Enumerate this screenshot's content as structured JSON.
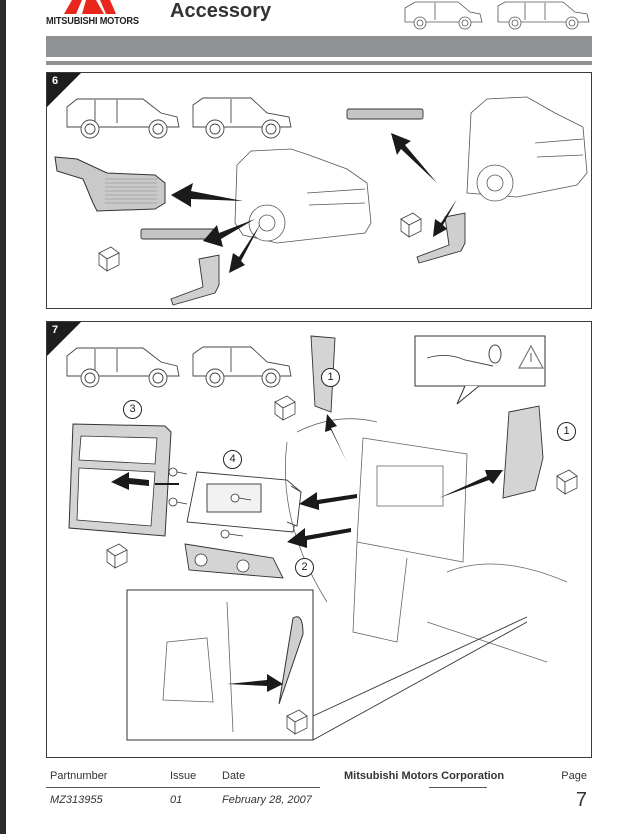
{
  "header": {
    "brand": "MITSUBISHI MOTORS",
    "title": "Accessory",
    "brand_color": "#e8261c",
    "bar_color": "#909193"
  },
  "steps": [
    {
      "number": "6",
      "icons": [
        "vehicle-5door-icon",
        "vehicle-3door-icon",
        "floor-mat-icon",
        "scuff-plate-icon",
        "kick-panel-icon",
        "storage-box-icon"
      ]
    },
    {
      "number": "7",
      "callouts": [
        "1",
        "1",
        "2",
        "3",
        "4"
      ],
      "icons": [
        "vehicle-5door-icon",
        "vehicle-3door-icon",
        "warning-triangle-icon",
        "trim-tool-icon",
        "screw-icon",
        "storage-box-icon"
      ]
    }
  ],
  "footer": {
    "partnumber_label": "Partnumber",
    "partnumber": "MZ313955",
    "issue_label": "Issue",
    "issue": "01",
    "date_label": "Date",
    "date": "February 28, 2007",
    "company": "Mitsubishi Motors Corporation",
    "page_label": "Page",
    "page": "7"
  }
}
